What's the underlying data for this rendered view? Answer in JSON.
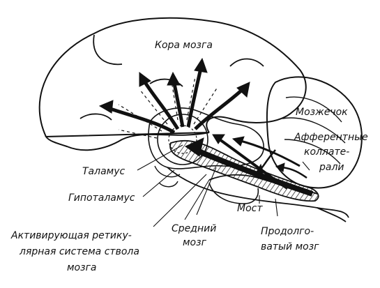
{
  "diagram": {
    "labels": {
      "cortex": "Кора мозга",
      "cerebellum": "Мозжечок",
      "afferent_1": "Афферентные",
      "afferent_2": "коллате-",
      "afferent_3": "рали",
      "thalamus": "Таламус",
      "hypothalamus": "Гипоталамус",
      "pons": "Мост",
      "midbrain_1": "Средний",
      "midbrain_2": "мозг",
      "medulla_1": "Продолго-",
      "medulla_2": "ватый мозг",
      "ras_1": "Активирующая ретику-",
      "ras_2": "лярная система ствола",
      "ras_3": "мозга"
    },
    "colors": {
      "ink": "#111111",
      "background": "#ffffff"
    }
  }
}
